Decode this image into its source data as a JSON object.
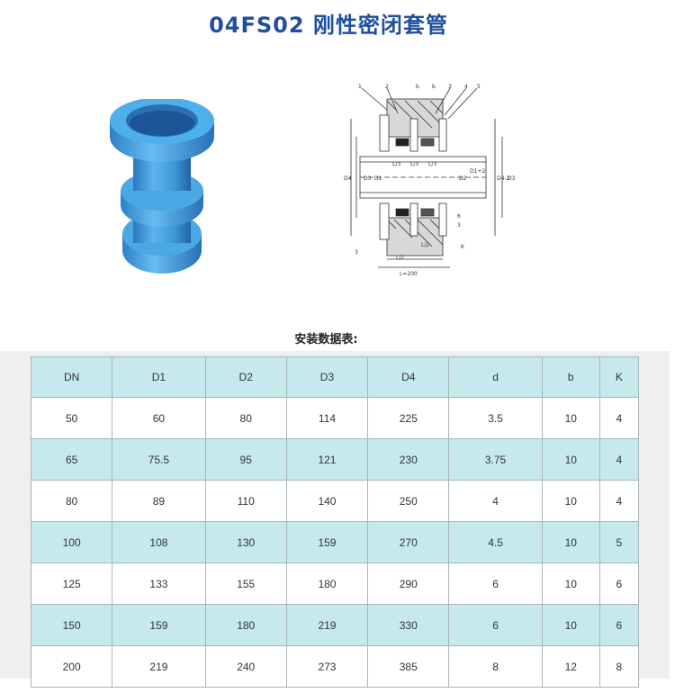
{
  "title": "04FS02 刚性密闭套管",
  "table_caption": "安装数据表:",
  "table": {
    "headers": [
      "DN",
      "D1",
      "D2",
      "D3",
      "D4",
      "d",
      "b",
      "K"
    ],
    "rows": [
      [
        "50",
        "60",
        "80",
        "114",
        "225",
        "3.5",
        "10",
        "4"
      ],
      [
        "65",
        "75.5",
        "95",
        "121",
        "230",
        "3.75",
        "10",
        "4"
      ],
      [
        "80",
        "89",
        "110",
        "140",
        "250",
        "4",
        "10",
        "4"
      ],
      [
        "100",
        "108",
        "130",
        "159",
        "270",
        "4.5",
        "10",
        "5"
      ],
      [
        "125",
        "133",
        "155",
        "180",
        "290",
        "6",
        "10",
        "6"
      ],
      [
        "150",
        "159",
        "180",
        "219",
        "330",
        "6",
        "10",
        "6"
      ],
      [
        "200",
        "219",
        "240",
        "273",
        "385",
        "8",
        "12",
        "8"
      ]
    ]
  },
  "drawing": {
    "callouts": [
      "1",
      "2",
      "b",
      "b",
      "3",
      "4",
      "5",
      "6",
      "3",
      "3",
      "K"
    ],
    "labels": [
      "L/3",
      "L/3",
      "L/3",
      "L/2",
      "L/2",
      "L=200",
      "D4",
      "D3",
      "D1",
      "D2",
      "D4-2",
      "D1+2",
      "D3"
    ]
  },
  "colors": {
    "title": "#1f4fa0",
    "pipe_blue": "#3d9ad8",
    "header_row": "#c6e9ee",
    "panel": "#eef0ee"
  }
}
